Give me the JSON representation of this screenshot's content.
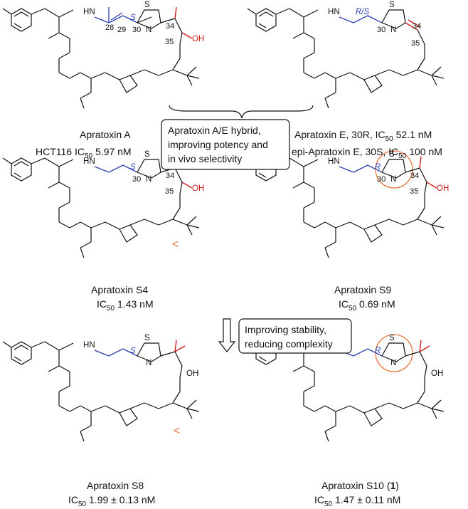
{
  "molecules": [
    {
      "name": "Apratoxin A",
      "activity": "HCT116 IC",
      "activity_sub": "50",
      "activity_val": " 5.97 nM"
    },
    {
      "name": "Apratoxin E, 30R, IC",
      "name_sub": "50",
      "name_val": " 52.1 nM",
      "name2": "epi-Apratoxin E, 30S,  IC",
      "name2_sub": "50",
      "name2_val": " 100 nM"
    },
    {
      "name": "Apratoxin S4",
      "activity": "IC",
      "activity_sub": "50",
      "activity_val": " 1.43 nM"
    },
    {
      "name": "Apratoxin S9",
      "activity": "IC",
      "activity_sub": "50",
      "activity_val": " 0.69 nM"
    },
    {
      "name": "Apratoxin S8",
      "activity": "IC",
      "activity_sub": "50",
      "activity_val": " 1.99 ± 0.13 nM"
    },
    {
      "name": "Apratoxin S10 (",
      "name_bold": "1",
      "name_end": ")",
      "activity": "IC",
      "activity_sub": "50",
      "activity_val": " 1.47 ± 0.11 nM"
    }
  ],
  "boxes": {
    "hybrid": [
      "Apratoxin A/E hybrid,",
      "improving potency and",
      "in vivo selectivity"
    ],
    "stability": [
      "Improving stability,",
      "reducing complexity"
    ]
  },
  "comparators": [
    "<",
    "<"
  ],
  "atoms": {
    "S": "S",
    "N": "N",
    "O": "O",
    "H": "H",
    "OH": "OH",
    "HN": "H"
  },
  "locants": {
    "c28": "28",
    "c29": "29",
    "c30": "30",
    "c34": "34",
    "c35": "35",
    "S": "S",
    "R": "R",
    "RS": "R/S"
  },
  "colors": {
    "accent_blue": "#2d3fb0",
    "accent_red": "#d21c1c",
    "circle": "#e9733a"
  }
}
